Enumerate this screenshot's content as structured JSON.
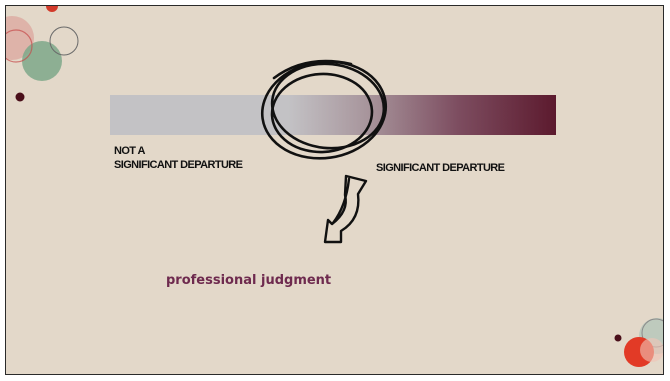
{
  "scale": {
    "left_label_line1": "NOT A",
    "left_label_line2": "SIGNIFICANT DEPARTURE",
    "right_label": "SIGNIFICANT DEPARTURE",
    "gradient_start_color": "#c3c2c5",
    "gradient_end_color": "#5c1a2e"
  },
  "annotation": {
    "text": "professional judgment",
    "color": "#6e2a4e"
  },
  "decoration": {
    "icons": [
      "circle-cluster-decoration-icon",
      "bullet-dot-icon",
      "circle-cluster-decoration-icon"
    ]
  }
}
